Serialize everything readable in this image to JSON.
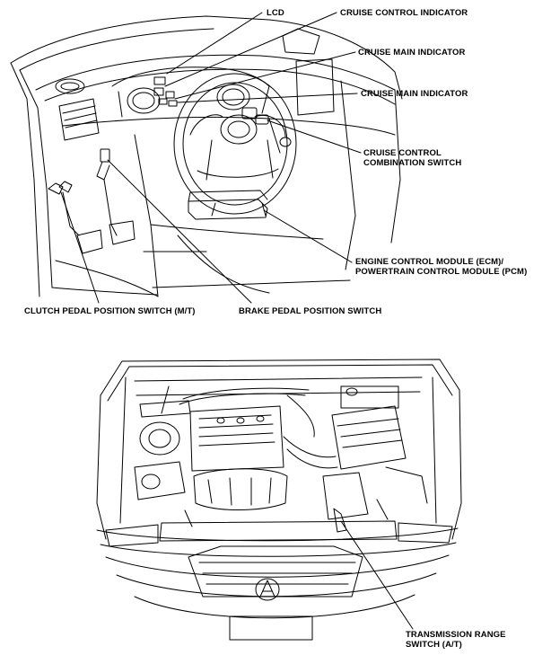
{
  "interior": {
    "labels": {
      "lcd": "LCD",
      "cruise_control_indicator": "CRUISE CONTROL INDICATOR",
      "cruise_main_indicator_1": "CRUISE MAIN INDICATOR",
      "cruise_main_indicator_2": "CRUISE MAIN INDICATOR",
      "cruise_control_combination_switch_line1": "CRUISE CONTROL",
      "cruise_control_combination_switch_line2": "COMBINATION SWITCH",
      "ecm_line1": "ENGINE CONTROL MODULE (ECM)/",
      "ecm_line2": "POWERTRAIN CONTROL MODULE (PCM)",
      "clutch_pedal_position_switch": "CLUTCH PEDAL POSITION SWITCH (M/T)",
      "brake_pedal_position_switch": "BRAKE PEDAL POSITION SWITCH"
    }
  },
  "engine_bay": {
    "labels": {
      "transmission_range_switch_line1": "TRANSMISSION RANGE",
      "transmission_range_switch_line2": "SWITCH (A/T)"
    }
  }
}
